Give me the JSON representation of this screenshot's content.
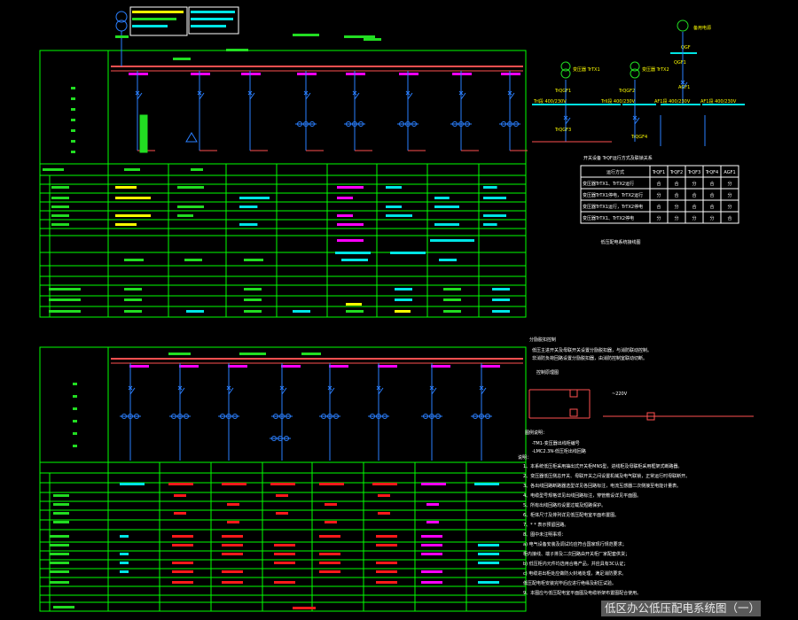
{
  "drawing_title": "低区办公低压配电系统图（一）",
  "colors": {
    "frame": "#00ff00",
    "bus": "#ff5050",
    "wire": "#2a7fff",
    "yellow": "#ffff00",
    "cyan": "#00e5e5",
    "magenta": "#ff00ff",
    "red": "#ff1a1a",
    "green": "#22dd22",
    "white": "#ffffff",
    "background": "#000000"
  },
  "right_panel": {
    "generator_label": "备用电源",
    "qgf_label": "QGF",
    "qgf1_label": "QGF1",
    "agf1_label": "AGF1",
    "tx1_label": "变压器 TrTX1",
    "tx2_label": "变压器 TrTX2",
    "tqgf1_label": "TrQGF1",
    "tqgf2_label": "TrQGF2",
    "tqgf3_label": "TrQGF3",
    "tqgf4_label": "TrQGF4",
    "bus1_label": "TrI段 400/230V",
    "bus2_label": "TrII段 400/230V",
    "bus3_label": "AF1段 400/230V",
    "bus4_label": "AF1段 400/230V",
    "interlock_title": "开关设备 TrQF运行方式及联锁关系",
    "interlock_table": {
      "headers": [
        "运行方式",
        "TrQF1",
        "TrQF2",
        "TrQF3",
        "TrQF4",
        "AGF1"
      ],
      "rows": [
        [
          "变压器TrTX1、TrTX2运行",
          "合",
          "合",
          "分",
          "合",
          "分"
        ],
        [
          "变压器TrTX1停电，TrTX2运行",
          "分",
          "合",
          "合",
          "合",
          "分"
        ],
        [
          "变压器TrTX1运行，TrTX2停电",
          "合",
          "分",
          "合",
          "合",
          "分"
        ],
        [
          "变压器TrTX1、TrTX2停电",
          "分",
          "分",
          "分",
          "分",
          "合"
        ]
      ]
    },
    "caption_small": "低压配电系统接线图",
    "control_title": "分励脱扣控制",
    "control_lines": [
      "低压主进开关及母联开关设置分励脱扣器，与消防联动控制。",
      "非消防负荷回路设置分励脱扣器，由消防控制室联动切断。"
    ],
    "control_diagram_label": "控制原理图",
    "voltage_label": "~220V",
    "legend_title": "图例说明：",
    "legend_lines": [
      "-TM1-变压器出线柜编号",
      "-LMC2.3N-低压柜出线回路"
    ],
    "notes_title": "说明：",
    "notes": [
      "1、本系统低压柜采用抽出式开关柜MNS型，进线柜及母联柜采用框架式断路器。",
      "2、变压器低压侧总开关、母联开关之间设置机械及电气联锁，正常运行时母联断开。",
      "3、各出线回路断路器选型详见各回路标注，电流互感器二次侧接至电能计量表。",
      "4、电缆型号规格详见出线回路标注，穿管敷设详见平面图。",
      "5、所有出线回路均设置过载及短路保护。",
      "6、柜体尺寸及排列详见低压配电室平面布置图。",
      "7、* * 表示预留回路。",
      "8、图中未注明事项：",
      "a) 电气设备安装及调试均应符合国家现行规范要求；",
      "   柜内接线、端子排及二次回路由开关柜厂家配套供货；",
      "b) 低压柜内元件均选用合格产品，并应具有3C认证；",
      "c) 电缆进出柜处应做防火封堵处理，满足消防要求。",
      "   低压配电柜安装完毕后应进行绝缘及耐压试验。",
      "9、本图应与低压配电室平面图及电缆桥架布置图配合使用。"
    ]
  }
}
